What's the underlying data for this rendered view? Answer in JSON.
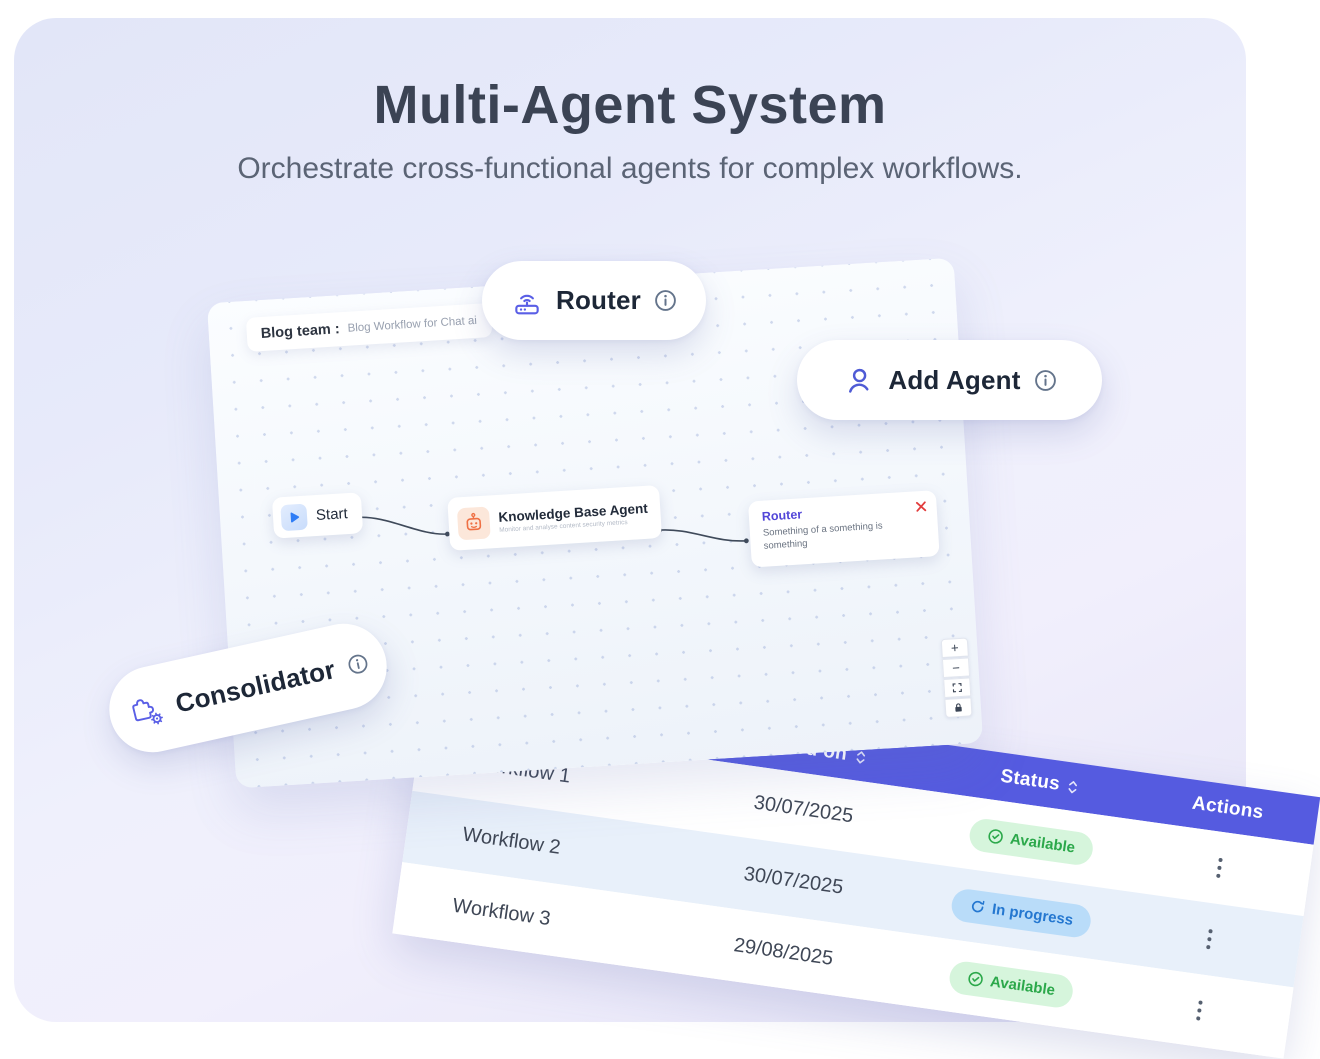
{
  "page": {
    "title": "Multi-Agent System",
    "subtitle": "Orchestrate cross-functional agents for complex workflows."
  },
  "canvas": {
    "team_chip": {
      "label": "Blog team :",
      "value": "Blog Workflow for Chat ai"
    },
    "start_node": {
      "label": "Start"
    },
    "agent_node": {
      "title": "Knowledge Base Agent",
      "subtitle": "Monitor and analyse content security metrics"
    },
    "router_node": {
      "title": "Router",
      "body": "Something of a something is something"
    },
    "controls": {
      "zoom_in": "+",
      "zoom_out": "−"
    }
  },
  "pills": {
    "router": "Router",
    "add_agent": "Add Agent",
    "consolidator": "Consolidator"
  },
  "table": {
    "headers": {
      "added_on": "Added on",
      "status": "Status",
      "actions": "Actions"
    },
    "rows": [
      {
        "name": "Workflow 1",
        "added_on": "30/07/2025",
        "status": "Available"
      },
      {
        "name": "Workflow 2",
        "added_on": "30/07/2025",
        "status": "In progress"
      },
      {
        "name": "Workflow 3",
        "added_on": "29/08/2025",
        "status": "Available"
      }
    ]
  },
  "colors": {
    "accent_indigo": "#555be0",
    "badge_green_text": "#2ba84a",
    "badge_green_bg": "#d6f5dc",
    "badge_blue_text": "#2477d0",
    "badge_blue_bg": "#b9dcf9",
    "danger_red": "#e23c3c"
  }
}
